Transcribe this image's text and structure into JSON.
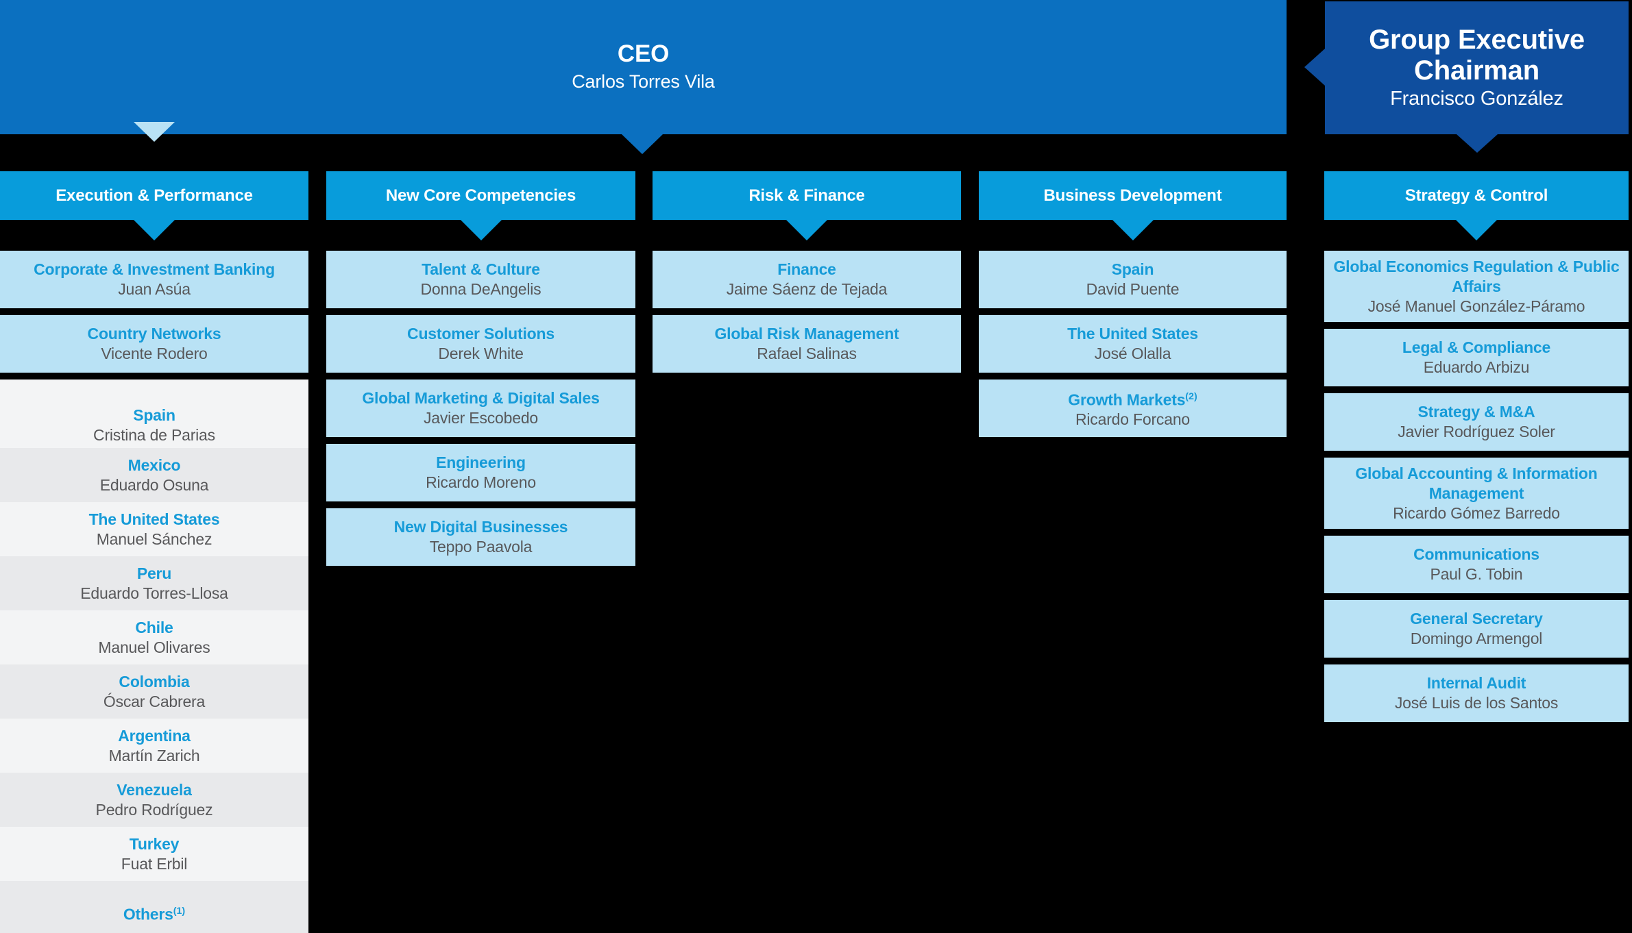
{
  "colors": {
    "background": "#000000",
    "ceo_blue": "#0b70c0",
    "chairman_navy": "#0f4e9e",
    "header_cyan": "#089cdb",
    "box_light_blue": "#b9e2f5",
    "role_text_cyan": "#169bd8",
    "name_text_gray": "#58585a",
    "row_light": "#f3f4f5",
    "row_dark": "#e8e9eb"
  },
  "top": {
    "ceo": {
      "title": "CEO",
      "name": "Carlos Torres Vila"
    },
    "chairman": {
      "title": "Group Executive Chairman",
      "name": "Francisco González"
    }
  },
  "columns": [
    {
      "header": "Execution & Performance",
      "boxes": [
        {
          "role": "Corporate & Investment Banking",
          "name": "Juan Asúa"
        },
        {
          "role": "Country Networks",
          "name": "Vicente Rodero"
        }
      ],
      "list": [
        {
          "country": "Spain",
          "name": "Cristina de Parias"
        },
        {
          "country": "Mexico",
          "name": "Eduardo Osuna"
        },
        {
          "country": "The United States",
          "name": "Manuel Sánchez"
        },
        {
          "country": "Peru",
          "name": "Eduardo Torres-Llosa"
        },
        {
          "country": "Chile",
          "name": "Manuel Olivares"
        },
        {
          "country": "Colombia",
          "name": "Óscar Cabrera"
        },
        {
          "country": "Argentina",
          "name": "Martín Zarich"
        },
        {
          "country": "Venezuela",
          "name": "Pedro Rodríguez"
        },
        {
          "country": "Turkey",
          "name": "Fuat Erbil"
        },
        {
          "country": "Others",
          "sup": "(1)",
          "name": ""
        }
      ]
    },
    {
      "header": "New Core Competencies",
      "boxes": [
        {
          "role": "Talent & Culture",
          "name": "Donna DeAngelis"
        },
        {
          "role": "Customer Solutions",
          "name": "Derek White"
        },
        {
          "role": "Global Marketing & Digital Sales",
          "name": "Javier Escobedo"
        },
        {
          "role": "Engineering",
          "name": "Ricardo Moreno"
        },
        {
          "role": "New Digital Businesses",
          "name": "Teppo Paavola"
        }
      ]
    },
    {
      "header": "Risk & Finance",
      "boxes": [
        {
          "role": "Finance",
          "name": "Jaime Sáenz de Tejada"
        },
        {
          "role": "Global Risk Management",
          "name": "Rafael Salinas"
        }
      ]
    },
    {
      "header": "Business Development",
      "boxes": [
        {
          "role": "Spain",
          "name": "David Puente"
        },
        {
          "role": "The United States",
          "name": "José Olalla"
        },
        {
          "role": "Growth Markets",
          "sup": "(2)",
          "name": "Ricardo Forcano"
        }
      ]
    },
    {
      "header": "Strategy & Control",
      "boxes": [
        {
          "role": "Global Economics Regulation & Public Affairs",
          "name": "José Manuel González-Páramo"
        },
        {
          "role": "Legal & Compliance",
          "name": "Eduardo Arbizu"
        },
        {
          "role": "Strategy & M&A",
          "name": "Javier Rodríguez Soler"
        },
        {
          "role": "Global Accounting & Information Management",
          "name": "Ricardo Gómez Barredo"
        },
        {
          "role": "Communications",
          "name": "Paul G. Tobin"
        },
        {
          "role": "General Secretary",
          "name": "Domingo Armengol"
        },
        {
          "role": "Internal Audit",
          "name": "José Luis de los Santos"
        }
      ]
    }
  ]
}
